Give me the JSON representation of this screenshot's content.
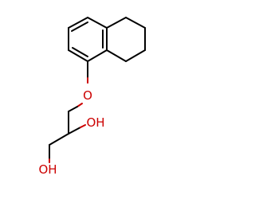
{
  "molecule": {
    "atoms": {
      "ether_oxygen": "O",
      "hydroxyl_secondary": "OH",
      "hydroxyl_primary": "OH"
    },
    "colors": {
      "bond": "#000000",
      "heteroatom": "#cc0000",
      "background": "#ffffff"
    }
  }
}
